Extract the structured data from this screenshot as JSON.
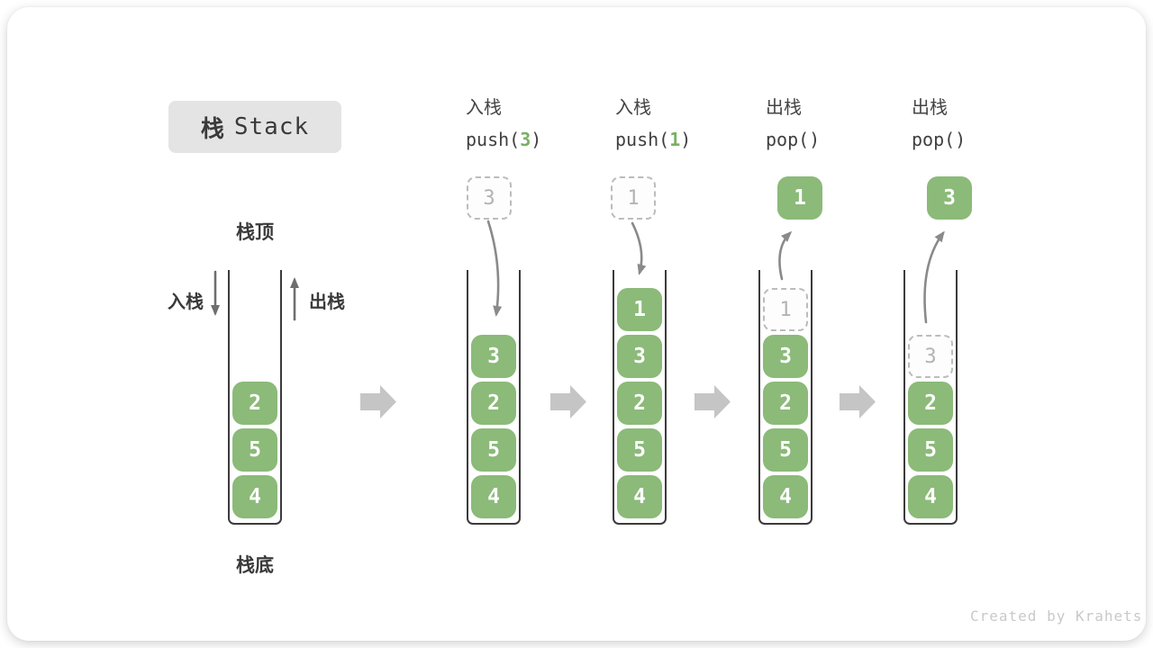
{
  "title": {
    "zh": "栈",
    "en": "Stack"
  },
  "stack_labels": {
    "top": "栈顶",
    "bottom": "栈底",
    "push_side": "入栈",
    "pop_side": "出栈"
  },
  "operations": [
    {
      "label": "入栈",
      "code": "push(",
      "arg": "3",
      "close": ")"
    },
    {
      "label": "入栈",
      "code": "push(",
      "arg": "1",
      "close": ")"
    },
    {
      "label": "出栈",
      "code": "pop(",
      "arg": "",
      "close": ")"
    },
    {
      "label": "出栈",
      "code": "pop(",
      "arg": "",
      "close": ")"
    }
  ],
  "floating": {
    "incoming_push3": "3",
    "incoming_push1": "1",
    "popped_1": "1",
    "popped_3": "3"
  },
  "stacks": [
    {
      "name": "initial",
      "elements": [
        "2",
        "5",
        "4"
      ]
    },
    {
      "name": "after-push-3",
      "elements": [
        "3",
        "2",
        "5",
        "4"
      ]
    },
    {
      "name": "after-push-1",
      "elements": [
        "1",
        "3",
        "2",
        "5",
        "4"
      ]
    },
    {
      "name": "after-pop-1",
      "ghost": "1",
      "elements": [
        "3",
        "2",
        "5",
        "4"
      ]
    },
    {
      "name": "after-pop-3",
      "ghost": "3",
      "elements": [
        "2",
        "5",
        "4"
      ]
    }
  ],
  "watermark": "Created by Krahets",
  "colors": {
    "element_green": "#8bba79",
    "arg_green": "#79b063",
    "title_bg": "#e4e4e4",
    "tube_border": "#3b3b3b",
    "ghost_border": "#bcbcbc",
    "curved_arrow": "#8a8a8a",
    "side_arrow": "#6e6e6e",
    "block_arrow": "#c5c5c5",
    "watermark_gray": "#c9c9c9"
  }
}
